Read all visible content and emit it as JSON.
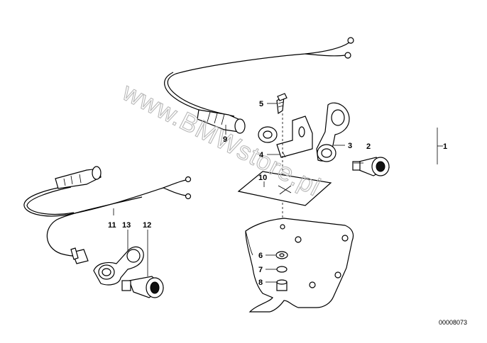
{
  "diagram": {
    "part_labels": [
      "1",
      "2",
      "3",
      "4",
      "5",
      "6",
      "7",
      "8",
      "9",
      "10",
      "11",
      "12",
      "13"
    ],
    "diagram_code": "00008073",
    "watermark": "www.BMWstore.pl"
  }
}
